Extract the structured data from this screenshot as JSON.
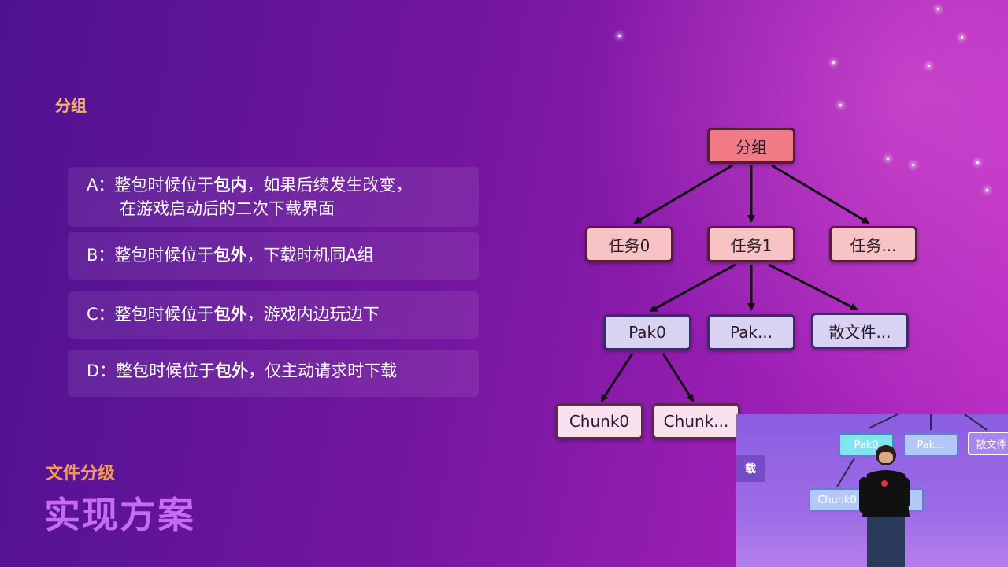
{
  "slide": {
    "section_title": "分组",
    "footer_subtitle": "文件分级",
    "footer_title": "实现方案"
  },
  "options": [
    {
      "prefix": "A：整包时候位于",
      "bold": "包内",
      "suffix": "，如果后续发生改变，",
      "line2": "在游戏启动后的二次下载界面"
    },
    {
      "prefix": "B：整包时候位于",
      "bold": "包外",
      "suffix": "，下载时机同A组",
      "line2": ""
    },
    {
      "prefix": "C：整包时候位于",
      "bold": "包外",
      "suffix": "，游戏内边玩边下",
      "line2": ""
    },
    {
      "prefix": "D：整包时候位于",
      "bold": "包外",
      "suffix": "，仅主动请求时下载",
      "line2": ""
    }
  ],
  "tree": {
    "root": "分组",
    "tasks": [
      "任务0",
      "任务1",
      "任务..."
    ],
    "paks": [
      "Pak0",
      "Pak...",
      "散文件..."
    ],
    "chunks": [
      "Chunk0",
      "Chunk..."
    ]
  },
  "pip": {
    "label": "载",
    "paks": [
      "Pak0",
      "Pak...",
      "散文件"
    ],
    "chunk": "Chunk0"
  },
  "colors": {
    "root": "#f07b86",
    "task": "#f7c3c5",
    "pak": "#d8d3f2",
    "chunk": "#f8e0ef",
    "section_title": "#f5b16a",
    "footer_title": "#c56cf0"
  }
}
